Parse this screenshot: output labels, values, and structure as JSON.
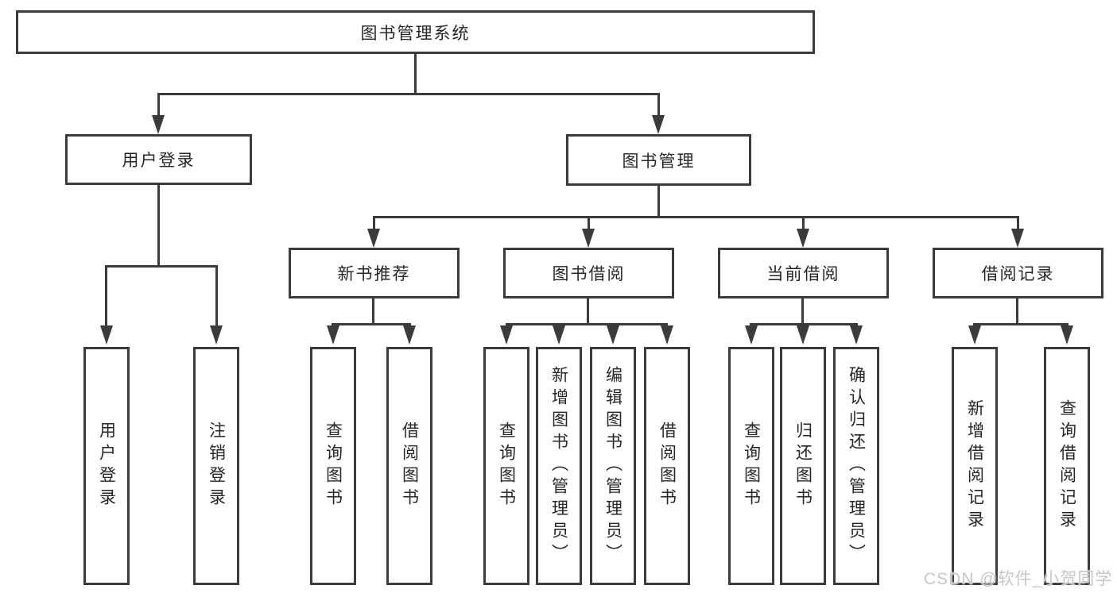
{
  "tree": {
    "label": "图书管理系统",
    "children": [
      {
        "label": "用户登录",
        "children": [
          {
            "label": "用户登录"
          },
          {
            "label": "注销登录"
          }
        ]
      },
      {
        "label": "图书管理",
        "children": [
          {
            "label": "新书推荐",
            "children": [
              {
                "label": "查询图书"
              },
              {
                "label": "借阅图书"
              }
            ]
          },
          {
            "label": "图书借阅",
            "children": [
              {
                "label": "查询图书"
              },
              {
                "label": "新增图书（管理员）"
              },
              {
                "label": "编辑图书（管理员）"
              },
              {
                "label": "借阅图书"
              }
            ]
          },
          {
            "label": "当前借阅",
            "children": [
              {
                "label": "查询图书"
              },
              {
                "label": "归还图书"
              },
              {
                "label": "确认归还（管理员）"
              }
            ]
          },
          {
            "label": "借阅记录",
            "children": [
              {
                "label": "新增借阅记录"
              },
              {
                "label": "查询借阅记录"
              }
            ]
          }
        ]
      }
    ]
  },
  "watermark": {
    "text": "CSDN @软件_小贺同学"
  },
  "colors": {
    "line": "#3b3b3b",
    "text": "#262626",
    "background": "#ffffff",
    "watermark": "#c6c6c6"
  }
}
